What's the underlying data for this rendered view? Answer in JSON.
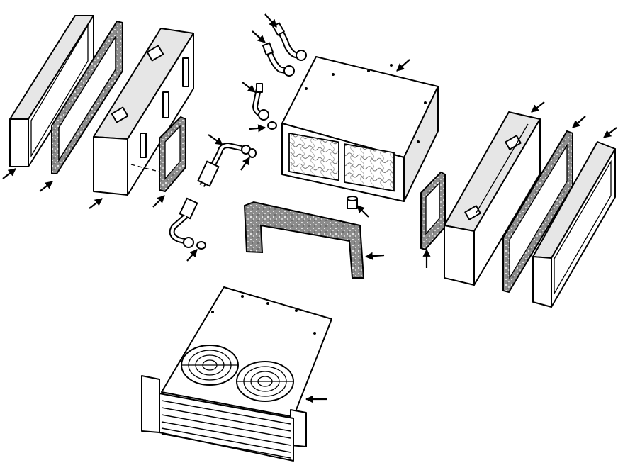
{
  "figure": {
    "parts": [
      {
        "id": "front-panel-left",
        "icon": "panel"
      },
      {
        "id": "gasket-left",
        "icon": "gasket"
      },
      {
        "id": "end-housing-left",
        "icon": "housing"
      },
      {
        "id": "small-gasket-left",
        "icon": "gasket"
      },
      {
        "id": "hose-upper-1",
        "icon": "hose"
      },
      {
        "id": "hose-upper-2",
        "icon": "hose"
      },
      {
        "id": "tube-fitting",
        "icon": "tube"
      },
      {
        "id": "o-ring-1",
        "icon": "o-ring"
      },
      {
        "id": "filter-line",
        "icon": "tube"
      },
      {
        "id": "o-ring-2",
        "icon": "o-ring"
      },
      {
        "id": "o-ring-3",
        "icon": "o-ring"
      },
      {
        "id": "center-housing",
        "icon": "housing"
      },
      {
        "id": "drain-fitting",
        "icon": "fitting"
      },
      {
        "id": "u-gasket",
        "icon": "gasket"
      },
      {
        "id": "small-gasket-right",
        "icon": "gasket"
      },
      {
        "id": "end-housing-right",
        "icon": "housing"
      },
      {
        "id": "gasket-right",
        "icon": "gasket"
      },
      {
        "id": "front-panel-right",
        "icon": "panel"
      },
      {
        "id": "condenser-base",
        "icon": "condenser"
      }
    ],
    "line_color": "#000000",
    "gasket_color": "#9a9a9a",
    "background": "#ffffff"
  }
}
